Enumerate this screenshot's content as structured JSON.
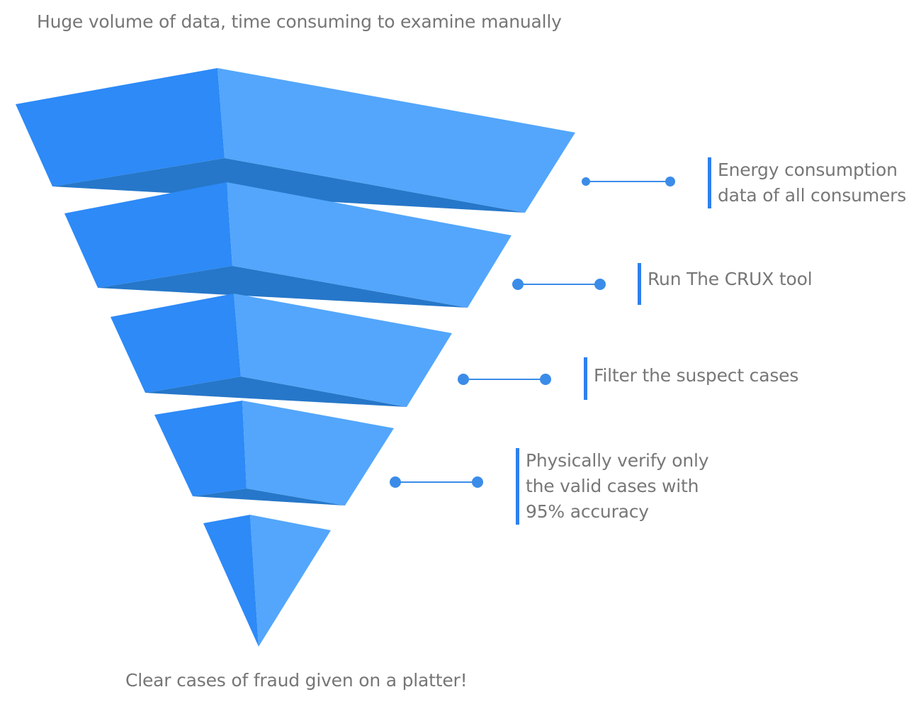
{
  "top_caption": "Huge volume of data, time consuming to examine manually",
  "bottom_caption": "Clear cases of fraud given on a platter!",
  "colors": {
    "front_left": "#2d8af7",
    "front_right": "#53a6fb",
    "underside": "#2677c9",
    "connector": "#3b8ce9",
    "label_bar": "#2f80ed",
    "text": "#777777"
  },
  "steps": [
    {
      "lines": [
        "Energy consumption",
        "data of all consumers"
      ]
    },
    {
      "lines": [
        "Run The CRUX tool"
      ]
    },
    {
      "lines": [
        "Filter the suspect cases"
      ]
    },
    {
      "lines": [
        "Physically verify only",
        "the valid cases with",
        "95% accuracy"
      ]
    }
  ]
}
